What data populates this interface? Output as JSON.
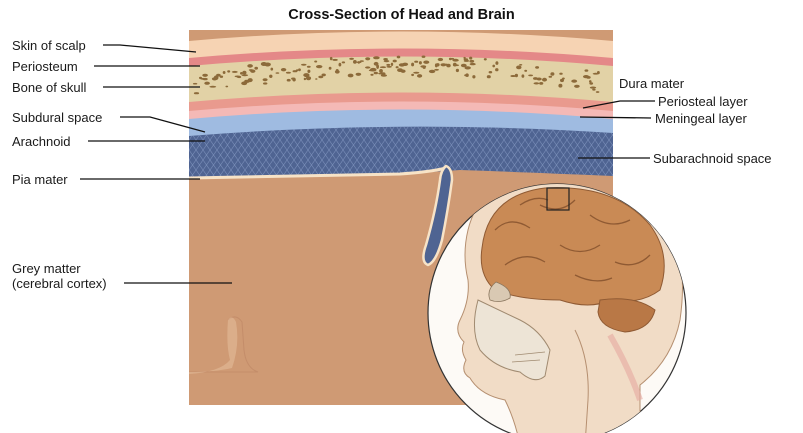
{
  "title": "Cross-Section of Head and Brain",
  "labels": {
    "skin_of_scalp": "Skin of scalp",
    "periosteum": "Periosteum",
    "bone_of_skull": "Bone of skull",
    "subdural_space": "Subdural space",
    "arachnoid": "Arachnoid",
    "pia_mater": "Pia mater",
    "grey_matter_1": "Grey matter",
    "grey_matter_2": "(cerebral cortex)",
    "dura_mater": "Dura mater",
    "periosteal_layer": "Periosteal layer",
    "meningeal_layer": "Meningeal layer",
    "subarachnoid_space": "Subarachnoid space"
  },
  "colors": {
    "scalp": "#f6d3b3",
    "periosteum": "#e48888",
    "bone": "#e2d2a6",
    "bone_pores": "#8c6a3a",
    "dura_outer": "#e99a8e",
    "dura_inner": "#f4b9b6",
    "arachnoid": "#9fbbe1",
    "subarachnoid": "#4f6492",
    "pia": "#f7e3c7",
    "grey_matter": "#cf9a74",
    "brain_inset": "#c98a55"
  }
}
